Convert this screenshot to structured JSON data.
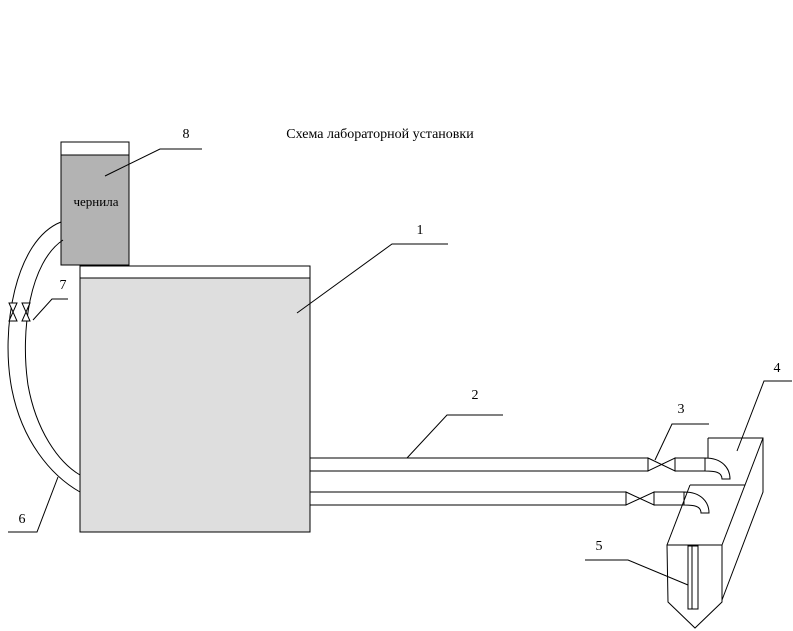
{
  "title": "Схема лабораторной установки",
  "reservoir": {
    "label": "чернила"
  },
  "callouts": {
    "main_tank": "1",
    "pipe": "2",
    "valve": "3",
    "tray": "4",
    "nozzle": "5",
    "hose": "6",
    "hose_valve": "7",
    "reservoir": "8"
  },
  "colors": {
    "ink_fill": "#b3b3b3",
    "tank_fill": "#dedede",
    "stroke": "#000000"
  }
}
